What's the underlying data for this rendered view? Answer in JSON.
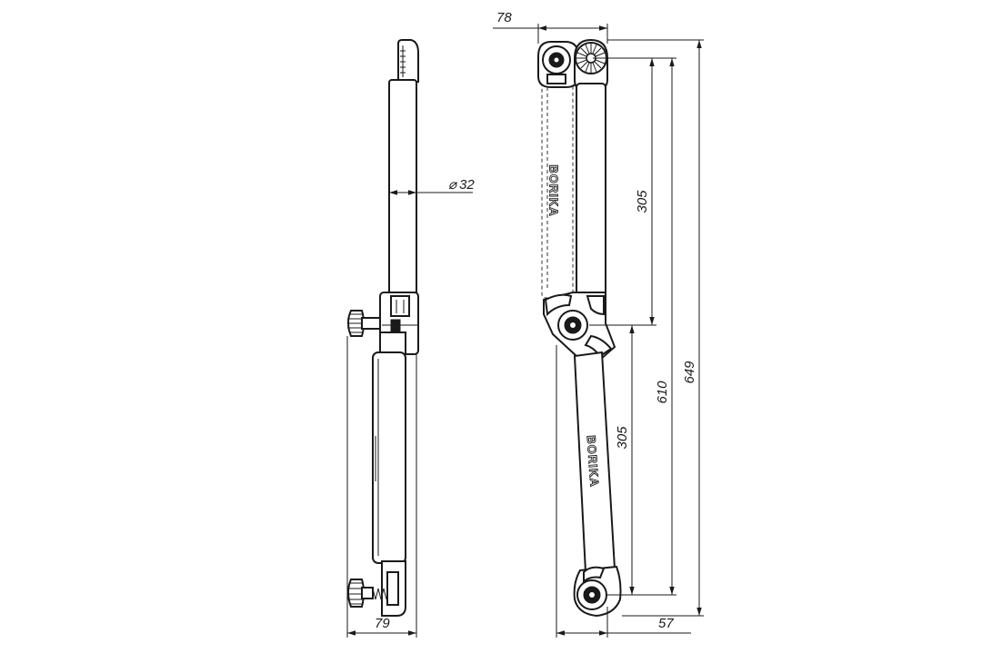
{
  "dimensions": {
    "diameter_symbol": "⌀",
    "diameter_value": "32",
    "side_width": "79",
    "top_width": "78",
    "segment_upper": "305",
    "segment_lower": "305",
    "axis_length": "610",
    "total_length": "649",
    "bottom_width": "57"
  },
  "brand": {
    "label_upper": "BORIKA",
    "label_lower": "BORIKA"
  },
  "colors": {
    "line": "#1a1a1a",
    "background": "#ffffff"
  }
}
